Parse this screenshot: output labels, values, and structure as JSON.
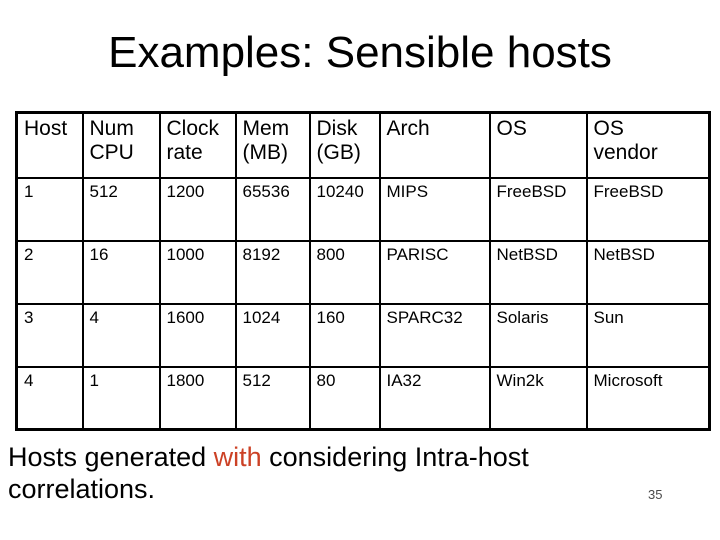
{
  "slide": {
    "title": "Examples: Sensible hosts",
    "page_number": "35",
    "caption": {
      "before": "Hosts generated ",
      "highlight": "with",
      "after": " considering Intra-host correlations.",
      "highlight_color": "#cc4125"
    },
    "table": {
      "headers": [
        "Host",
        "Num\nCPU",
        "Clock\nrate",
        "Mem\n(MB)",
        "Disk\n(GB)",
        "Arch",
        "OS",
        "OS\nvendor"
      ],
      "rows": [
        [
          "1",
          "512",
          "1200",
          "65536",
          "10240",
          "MIPS",
          "FreeBSD",
          "FreeBSD"
        ],
        [
          "2",
          "16",
          "1000",
          "8192",
          "800",
          "PARISC",
          "NetBSD",
          "NetBSD"
        ],
        [
          "3",
          "4",
          "1600",
          "1024",
          "160",
          "SPARC32",
          "Solaris",
          "Sun"
        ],
        [
          "4",
          "1",
          "1800",
          "512",
          "80",
          "IA32",
          "Win2k",
          "Microsoft"
        ]
      ]
    }
  }
}
